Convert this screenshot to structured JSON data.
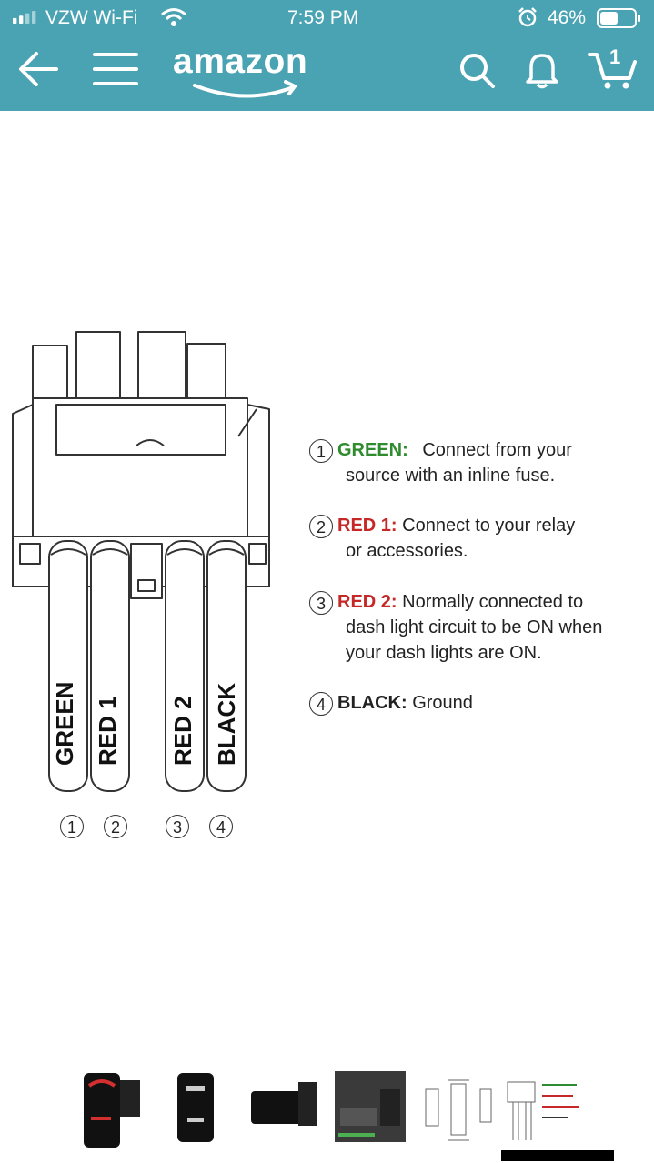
{
  "status_bar": {
    "carrier": "VZW Wi-Fi",
    "time": "7:59 PM",
    "battery_percent": "46%",
    "icons": [
      "signal-icon",
      "wifi-icon",
      "alarm-icon",
      "battery-icon"
    ]
  },
  "nav": {
    "logo": "amazon",
    "cart_count": "1",
    "icons": [
      "back-arrow-icon",
      "menu-icon",
      "search-icon",
      "bell-icon",
      "cart-icon"
    ]
  },
  "diagram": {
    "wire_labels": [
      "GREEN",
      "RED 1",
      "RED 2",
      "BLACK"
    ],
    "wire_numbers": [
      "1",
      "2",
      "3",
      "4"
    ],
    "legend": [
      {
        "num": "1",
        "name": "GREEN:",
        "color": "#2e8b2e",
        "line1": "Connect from your",
        "line2": "source with an inline fuse.",
        "line3": ""
      },
      {
        "num": "2",
        "name": "RED 1:",
        "color": "#c62828",
        "line1": "Connect to your relay",
        "line2": "or accessories.",
        "line3": ""
      },
      {
        "num": "3",
        "name": "RED 2:",
        "color": "#c62828",
        "line1": "Normally connected to",
        "line2": "dash light circuit to be ON when",
        "line3": "your dash lights are ON."
      },
      {
        "num": "4",
        "name": "BLACK:",
        "color": "#222222",
        "line1": "Ground",
        "line2": "",
        "line3": ""
      }
    ]
  },
  "thumbnails": {
    "count": 6,
    "selected_index": 5
  },
  "colors": {
    "header": "#4aa3b3"
  }
}
